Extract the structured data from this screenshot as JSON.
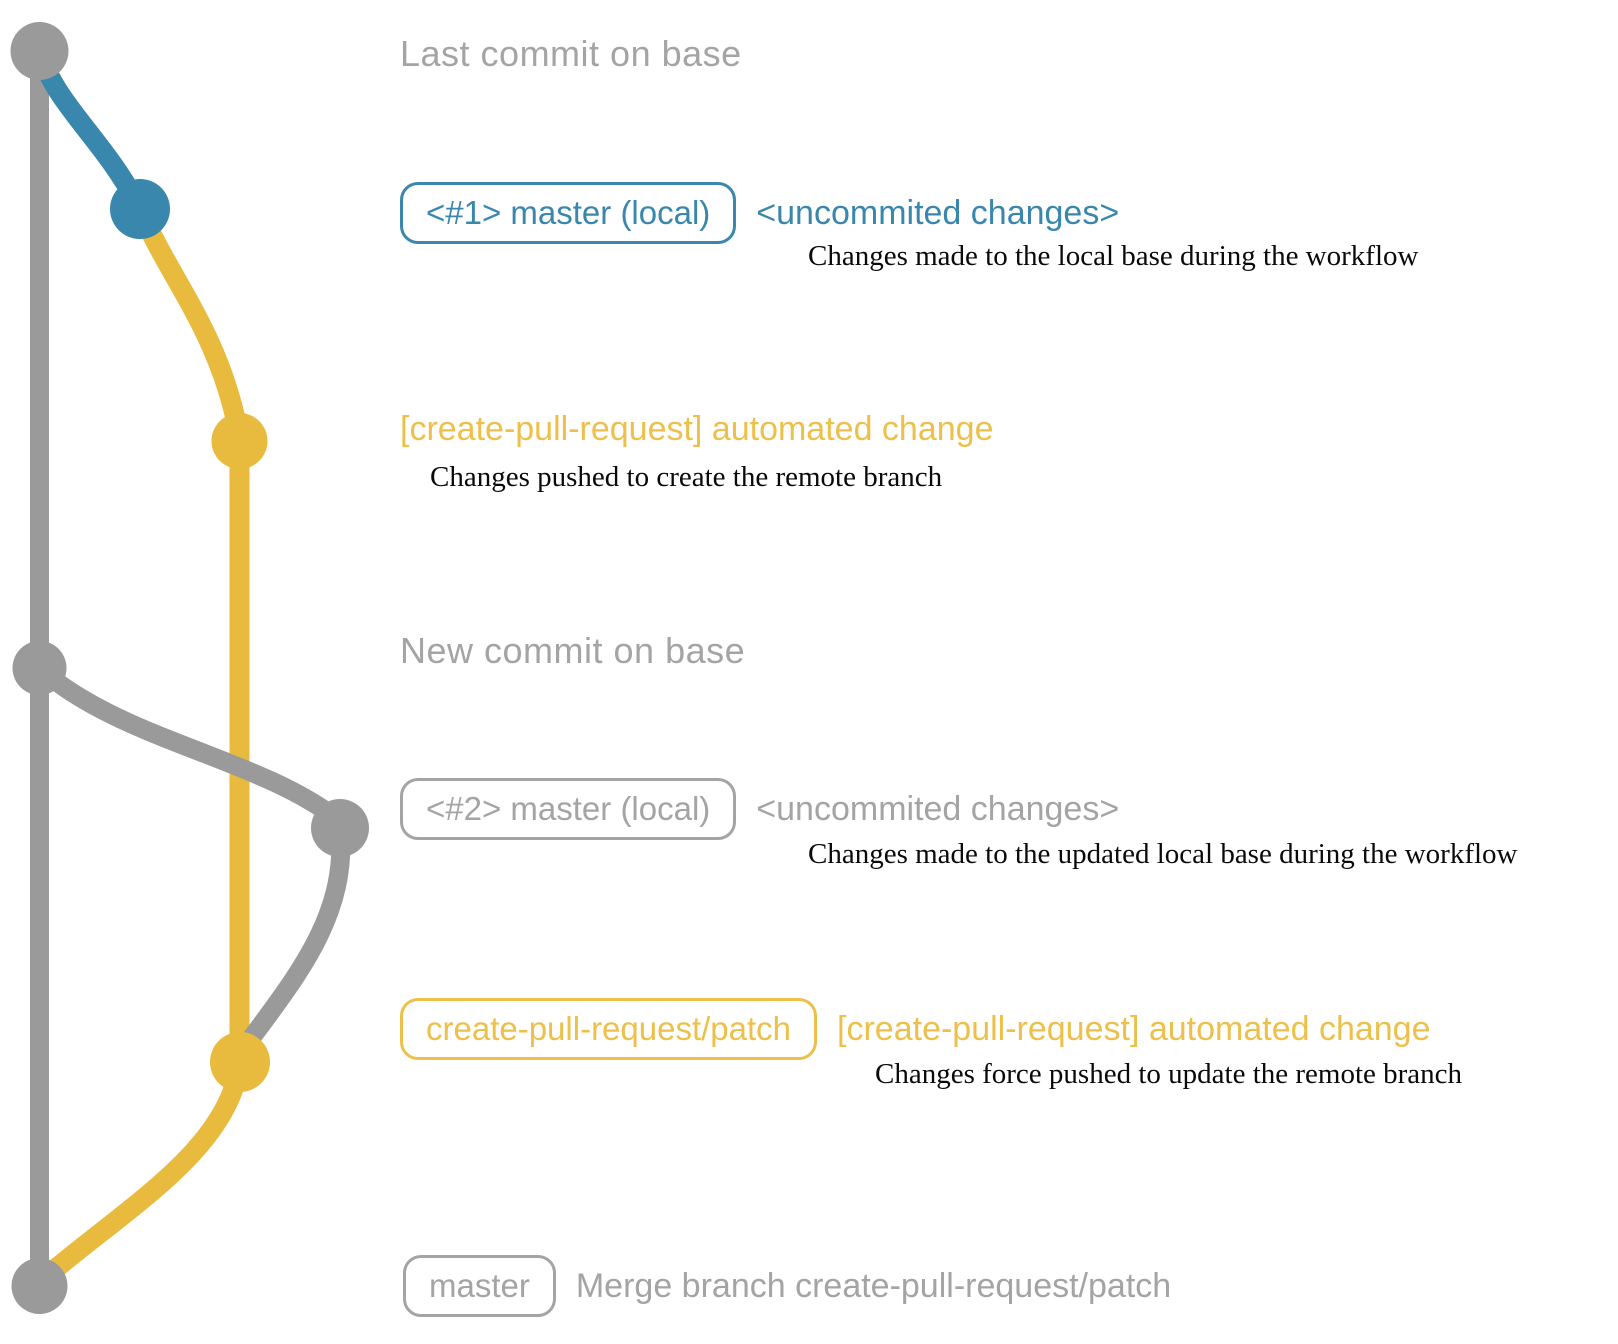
{
  "colors": {
    "gray": "#9a9a9a",
    "gray_text": "#a4a4a4",
    "blue": "#3a87ad",
    "yellow": "#e8ba3d",
    "yellow_text": "#ecc04b",
    "ink": "#0a0a0a"
  },
  "rows": {
    "last_commit": {
      "label": "Last commit on base"
    },
    "commit1": {
      "badge": "<#1> master (local)",
      "note": "<uncommited changes>",
      "caption": "Changes made to the local base during the workflow"
    },
    "push1": {
      "note": "[create-pull-request] automated change",
      "caption": "Changes pushed to create the remote branch"
    },
    "new_commit": {
      "label": "New commit on base"
    },
    "commit2": {
      "badge": "<#2> master (local)",
      "note": "<uncommited changes>",
      "caption": "Changes made to the updated local base during the workflow"
    },
    "push2": {
      "badge": "create-pull-request/patch",
      "note": "[create-pull-request] automated change",
      "caption": "Changes force pushed to update the remote branch"
    },
    "merge": {
      "badge": "master",
      "note": "Merge branch create-pull-request/patch"
    }
  }
}
